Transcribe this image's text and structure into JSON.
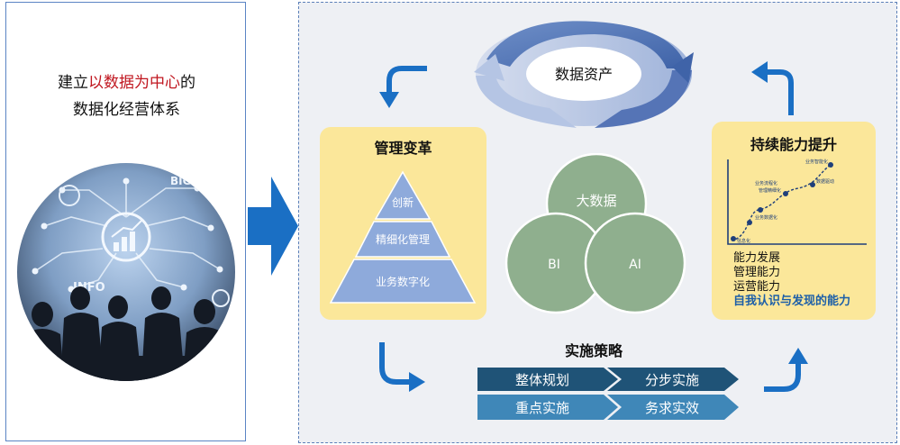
{
  "left": {
    "title_prefix": "建立",
    "title_highlight": "以数据为中心",
    "title_suffix": "的",
    "title_line2": "数据化经营体系",
    "image_labels": [
      "BIG",
      "INFO"
    ]
  },
  "cycle": {
    "label": "数据资产"
  },
  "management": {
    "title": "管理变革",
    "pyramid": [
      "创新",
      "精细化管理",
      "业务数字化"
    ]
  },
  "center": {
    "circles": [
      "大数据",
      "BI",
      "AI"
    ]
  },
  "capability": {
    "title": "持续能力提升",
    "chart_labels": [
      "信息化",
      "业务数据化",
      "管理精细化",
      "业务流程化",
      "数据驱动",
      "业务智能化"
    ],
    "list": [
      "能力发展",
      "管理能力",
      "运营能力",
      "自我认识与发现的能力"
    ]
  },
  "strategy": {
    "title": "实施策略",
    "items": [
      "整体规划",
      "分步实施",
      "重点实施",
      "务求实效"
    ]
  },
  "colors": {
    "border": "#5b84c4",
    "highlight": "#c0161f",
    "yellow": "#fbe79a",
    "pyramid": "#8eaadb",
    "circle": "#8faf8e",
    "chip_dark": "#1f5377",
    "chip_light": "#3f87b8",
    "arrow": "#1a6fc4"
  }
}
